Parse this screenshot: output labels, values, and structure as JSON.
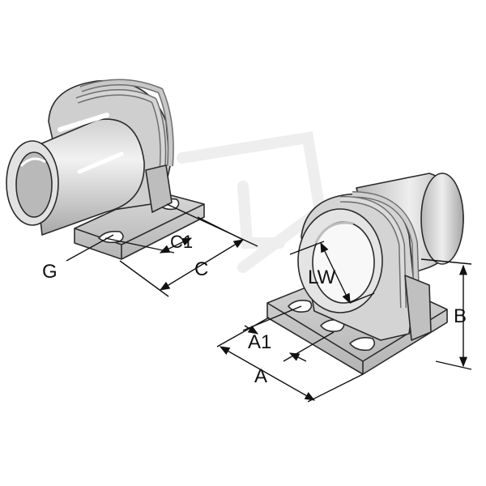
{
  "diagram": {
    "labels": {
      "g": "G",
      "c1": "C1",
      "c": "C",
      "lw": "LW",
      "a1": "A1",
      "a": "A",
      "b": "B"
    },
    "colors": {
      "body_light": "#dcdcdc",
      "body_mid": "#c4c4c4",
      "body_dark": "#9e9e9e",
      "outline": "#2b2b2b",
      "dimension": "#111111",
      "watermark": "#ececec"
    }
  }
}
